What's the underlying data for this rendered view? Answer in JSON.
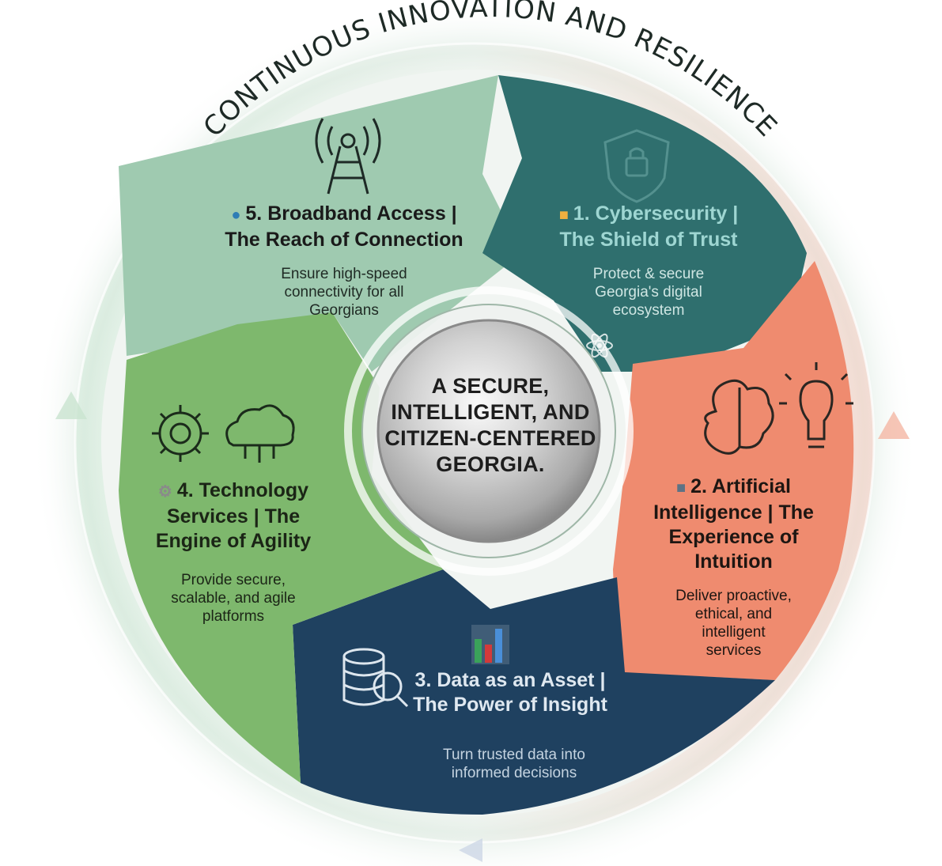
{
  "outer_ring": {
    "label": "CONTINUOUS INNOVATION AND RESILIENCE"
  },
  "center": {
    "lines": [
      "A SECURE,",
      "INTELLIGENT, AND",
      "CITIZEN-CENTERED",
      "GEORGIA."
    ]
  },
  "segments": {
    "cybersecurity": {
      "title_line1": "1. Cybersecurity |",
      "title_line2": "The Shield of Trust",
      "desc_line1": "Protect & secure",
      "desc_line2": "Georgia's digital",
      "desc_line3": "ecosystem",
      "color": "#2e6f6e",
      "icon": "shield-lock-icon"
    },
    "ai": {
      "title_line1": "2. Artificial",
      "title_line2": "Intelligence | The",
      "title_line3": "Experience of",
      "title_line4": "Intuition",
      "desc_line1": "Deliver proactive,",
      "desc_line2": "ethical, and",
      "desc_line3": "intelligent",
      "desc_line4": "services",
      "color": "#ee8a6e",
      "icon": "brain-lightbulb-icon"
    },
    "data": {
      "title_line1": "3. Data as an Asset |",
      "title_line2": "The Power of Insight",
      "desc_line1": "Turn trusted data into",
      "desc_line2": "informed decisions",
      "color": "#1e3f5c",
      "icon": "database-chart-icon"
    },
    "tech": {
      "title_line1": "4. Technology",
      "title_line2": "Services | The",
      "title_line3": "Engine of Agility",
      "desc_line1": "Provide secure,",
      "desc_line2": "scalable, and agile",
      "desc_line3": "platforms",
      "color": "#7fb56e",
      "icon": "gear-cloud-icon"
    },
    "broadband": {
      "title_line1": "5. Broadband Access |",
      "title_line2": "The Reach of Connection",
      "desc_line1": "Ensure high-speed",
      "desc_line2": "connectivity for all",
      "desc_line3": "Georgians",
      "color": "#9bc9ad",
      "icon": "antenna-tower-icon"
    }
  }
}
